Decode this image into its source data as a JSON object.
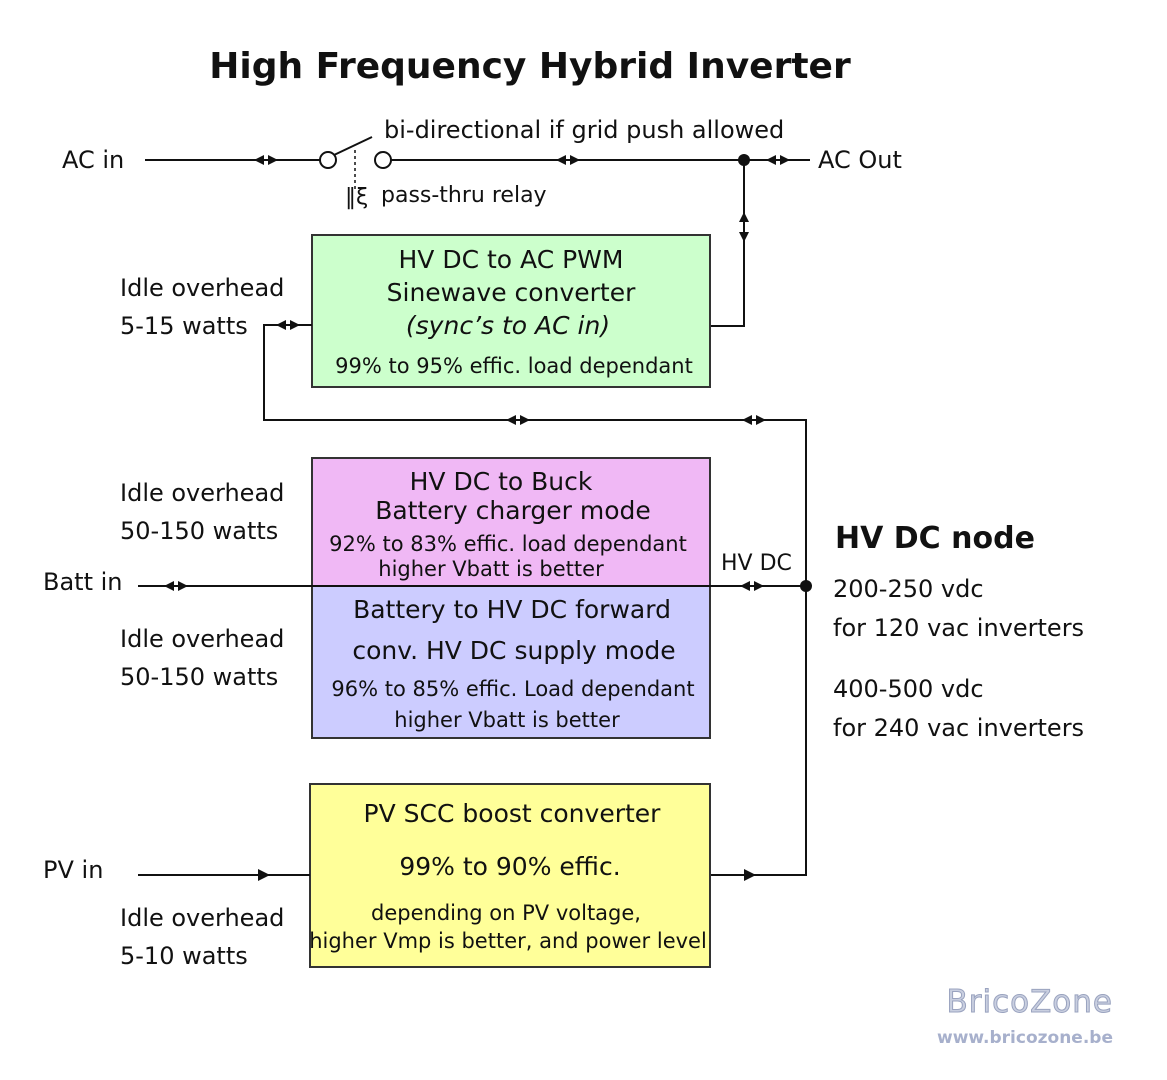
{
  "title": "High Frequency Hybrid Inverter",
  "labels": {
    "ac_in": "AC in",
    "ac_out": "AC Out",
    "bidirectional": "bi-directional if grid push allowed",
    "relay": "pass-thru relay",
    "relay_symbol": "‖ξ",
    "batt_in": "Batt in",
    "pv_in": "PV in",
    "hv_dc": "HV DC"
  },
  "idle": {
    "inverter": [
      "Idle overhead",
      "5-15 watts"
    ],
    "charger": [
      "Idle overhead",
      "50-150 watts"
    ],
    "forward": [
      "Idle overhead",
      "50-150 watts"
    ],
    "pv": [
      "Idle overhead",
      "5-10 watts"
    ]
  },
  "boxes": {
    "inverter": {
      "color": "#ccffcc",
      "line1": "HV DC to AC PWM",
      "line2": "Sinewave converter",
      "line3": "(sync’s to AC in)",
      "line4": "99% to 95% effic. load dependant"
    },
    "charger": {
      "color": "#f0b8f5",
      "line1": "HV DC to Buck",
      "line2": "Battery charger mode",
      "line3": "92% to 83% effic. load dependant",
      "line4": "higher Vbatt is better"
    },
    "forward": {
      "color": "#ccccff",
      "line1": "Battery to HV DC forward",
      "line2": "conv. HV DC supply mode",
      "line3": "96% to 85% effic. Load dependant",
      "line4": "higher Vbatt is better"
    },
    "pv": {
      "color": "#ffff99",
      "line1": "PV SCC boost converter",
      "line2": "99% to 90% effic.",
      "line3": "depending on PV voltage,",
      "line4": "higher Vmp is better, and power level"
    }
  },
  "node": {
    "title": "HV DC node",
    "lines": [
      "200-250 vdc",
      "for 120 vac inverters",
      "400-500 vdc",
      "for 240 vac inverters"
    ]
  },
  "watermark": {
    "brand": "BricoZone",
    "url": "www.bricozone.be"
  }
}
